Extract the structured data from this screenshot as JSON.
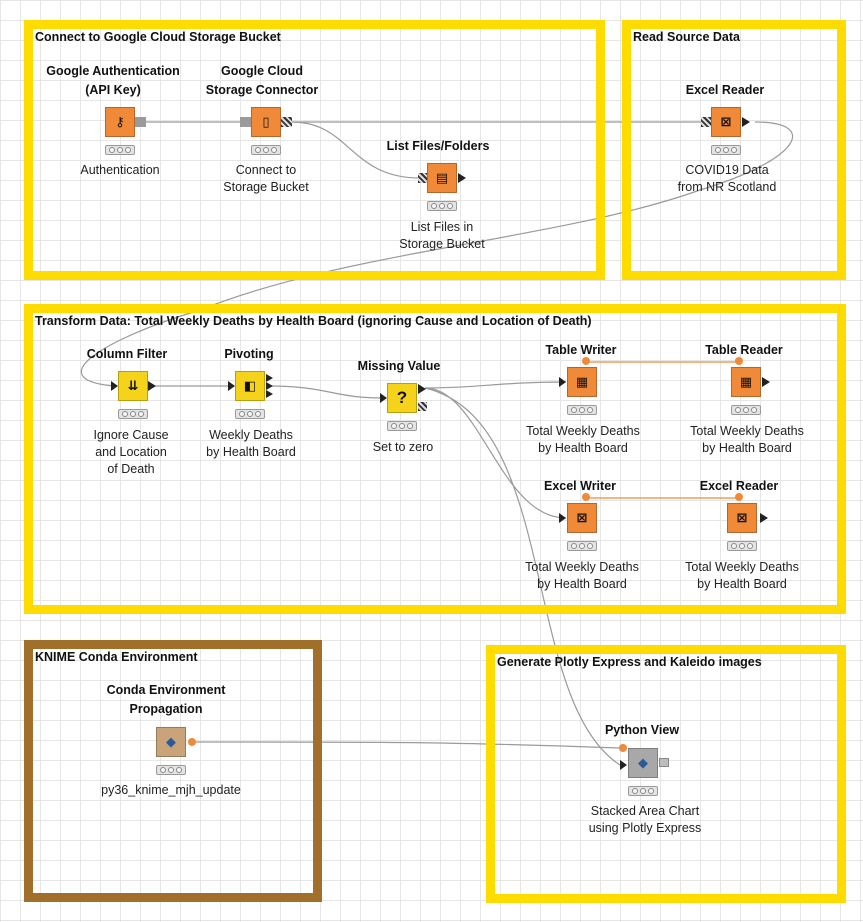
{
  "annotations": {
    "gcs": "Connect to Google Cloud Storage Bucket",
    "read": "Read Source Data",
    "transform": "Transform Data: Total Weekly Deaths by Health Board (ignoring Cause and Location of Death)",
    "conda": "KNIME Conda Environment",
    "plotly": "Generate Plotly Express and Kaleido images"
  },
  "nodes": {
    "google_auth": {
      "title_1": "Google Authentication",
      "title_2": "(API Key)",
      "label_1": "Authentication",
      "label_2": ""
    },
    "gcs_connector": {
      "title_1": "Google Cloud",
      "title_2": "Storage Connector",
      "label_1": "Connect to",
      "label_2": "Storage Bucket"
    },
    "list_files": {
      "title_1": "List Files/Folders",
      "title_2": "",
      "label_1": "List Files in",
      "label_2": "Storage Bucket"
    },
    "excel_reader_src": {
      "title_1": "Excel Reader",
      "title_2": "",
      "label_1": "COVID19 Data",
      "label_2": "from NR Scotland"
    },
    "column_filter": {
      "title_1": "Column Filter",
      "title_2": "",
      "label_1": "Ignore Cause",
      "label_2": "and Location",
      "label_3": "of Death"
    },
    "pivoting": {
      "title_1": "Pivoting",
      "title_2": "",
      "label_1": "Weekly Deaths",
      "label_2": "by Health Board"
    },
    "missing_value": {
      "title_1": "Missing Value",
      "title_2": "",
      "label_1": "Set to zero",
      "label_2": ""
    },
    "table_writer": {
      "title_1": "Table Writer",
      "title_2": "",
      "label_1": "Total Weekly Deaths",
      "label_2": "by Health Board"
    },
    "table_reader": {
      "title_1": "Table Reader",
      "title_2": "",
      "label_1": "Total Weekly Deaths",
      "label_2": "by Health Board"
    },
    "excel_writer": {
      "title_1": "Excel Writer",
      "title_2": "",
      "label_1": "Total Weekly Deaths",
      "label_2": "by Health Board"
    },
    "excel_reader_out": {
      "title_1": "Excel Reader",
      "title_2": "",
      "label_1": "Total Weekly Deaths",
      "label_2": "by Health Board"
    },
    "conda_env": {
      "title_1": "Conda Environment",
      "title_2": "Propagation",
      "label_1": "py36_knime_mjh_update",
      "label_2": ""
    },
    "python_view": {
      "title_1": "Python View",
      "title_2": "",
      "label_1": "Stacked Area Chart",
      "label_2": "using Plotly Express"
    }
  },
  "colors": {
    "annotation_border": "#ffdc00",
    "conda_border": "#a0702a",
    "source_node": "#f08a39",
    "manipulator_node": "#f5d31a",
    "view_node": "#a8a8a8",
    "flow_variable_port": "#f08a39"
  },
  "icons": {
    "google_auth": "key-icon",
    "gcs_connector": "cloud-storage-icon",
    "list_files": "file-list-icon",
    "excel_reader": "excel-icon",
    "column_filter": "filter-columns-icon",
    "pivoting": "pivot-icon",
    "missing_value": "question-icon",
    "table_writer": "table-write-icon",
    "table_reader": "table-read-icon",
    "excel_writer": "excel-write-icon",
    "conda_env": "python-icon",
    "python_view": "python-icon"
  }
}
